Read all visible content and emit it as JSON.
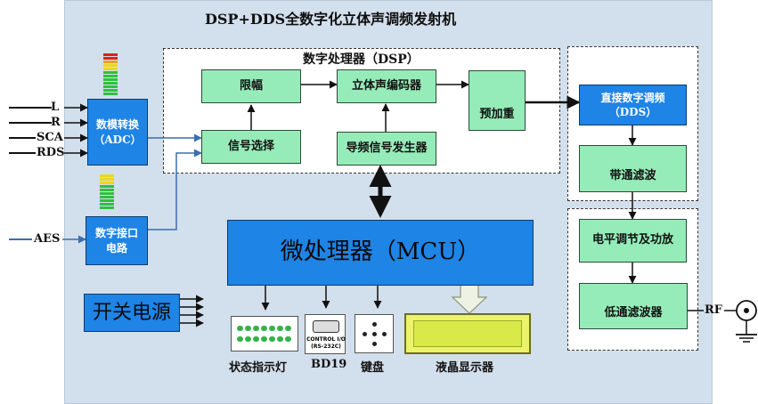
{
  "title": "DSP+DDS全数字化立体声调频发射机",
  "dsp_title": "数字处理器（DSP）",
  "inputs": [
    "L",
    "R",
    "SCA",
    "RDS"
  ],
  "aes_label": "AES",
  "adc": {
    "line1": "数模转换",
    "line2": "（ADC）"
  },
  "digital_if": {
    "line1": "数字接口",
    "line2": "电路"
  },
  "limiter": "限幅",
  "signal_select": "信号选择",
  "stereo_encoder": "立体声编码器",
  "pilot_gen": "导频信号发生器",
  "preemphasis": "预加重",
  "dds": {
    "line1": "直接数字调频",
    "line2": "（DDS）"
  },
  "bandpass": "带通滤波",
  "level_amp": "电平调节及功放",
  "lowpass": "低通滤波器",
  "rf_label": "RF",
  "mcu": "微处理器（MCU）",
  "power": "开关电源",
  "peripherals": {
    "status_lights": "状态指示灯",
    "bd19": "BD19",
    "keyboard": "键盘",
    "lcd": "液晶显示器",
    "connector_line1": "CONTROL I/O",
    "connector_line2": "(RS-232C)"
  },
  "colors": {
    "panel": "#d2dfec",
    "green_block": "#96ecb8",
    "blue_block": "#1e84e6",
    "lcd": "#ecf26a"
  }
}
